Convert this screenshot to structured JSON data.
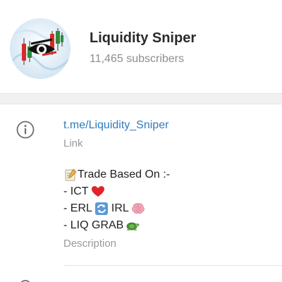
{
  "channel": {
    "name": "Liquidity Sniper",
    "subscribers": "11,465 subscribers"
  },
  "info": {
    "link": "t.me/Liquidity_Sniper",
    "link_label": "Link",
    "description_lines": [
      {
        "text": "Trade Based On :-",
        "icon": "memo-icon"
      },
      {
        "text": "- ICT",
        "icon": "red-heart-icon"
      },
      {
        "text": "- ERL",
        "icon": "arrows-cycle-icon",
        "text2": "IRL",
        "icon2": "brain-icon"
      },
      {
        "text": "- LIQ GRAB",
        "icon": "turtle-icon"
      }
    ],
    "description_label": "Description"
  }
}
